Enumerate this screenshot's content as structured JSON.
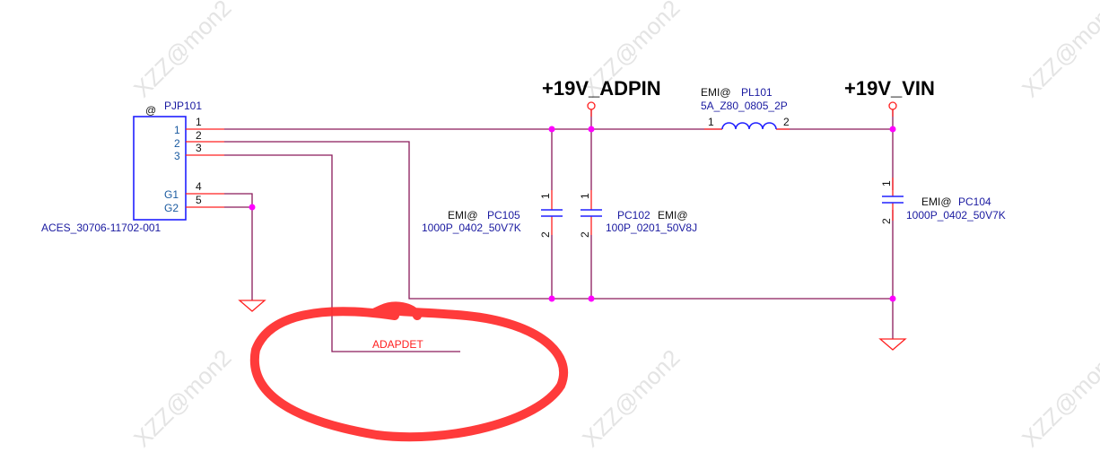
{
  "watermark": "XZZ@mon2",
  "connector": {
    "ref": "PJP101",
    "prefix": "@",
    "part": "ACES_30706-11702-001",
    "pins": [
      "1",
      "2",
      "3",
      "G1",
      "G2"
    ],
    "net_pins": [
      "1",
      "2",
      "3",
      "4",
      "5"
    ]
  },
  "power": {
    "adpin": "+19V_ADPIN",
    "vin": "+19V_VIN"
  },
  "inductor": {
    "prefix": "EMI@",
    "ref": "PL101",
    "value": "5A_Z80_0805_2P",
    "pin1": "1",
    "pin2": "2"
  },
  "pc105": {
    "prefix": "EMI@",
    "ref": "PC105",
    "value": "1000P_0402_50V7K",
    "pin1": "1",
    "pin2": "2"
  },
  "pc102": {
    "prefix": "EMI@",
    "ref": "PC102",
    "value": "100P_0201_50V8J",
    "pin1": "1",
    "pin2": "2"
  },
  "pc104": {
    "prefix": "EMI@",
    "ref": "PC104",
    "value": "1000P_0402_50V7K",
    "pin1": "1",
    "pin2": "2"
  },
  "net_label": "ADAPDET",
  "colors": {
    "wire": "#8a1a5a",
    "pin": "#ff2020",
    "symbol": "#2020ff",
    "junction": "#ff00ff",
    "highlight": "#ff3030"
  }
}
